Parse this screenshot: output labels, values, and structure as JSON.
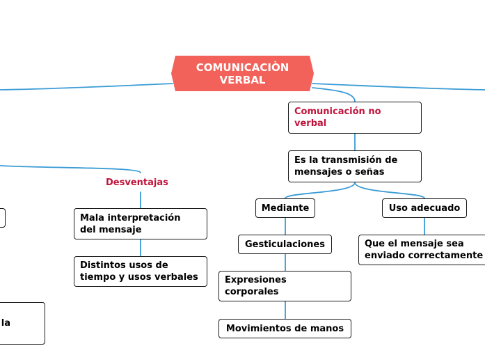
{
  "colors": {
    "link": "#3a9bd5",
    "root_fill": "#f2625a",
    "accent_text": "#c0143c"
  },
  "root": {
    "title": "COMUNICACIÒN\nVERBAL"
  },
  "right": {
    "category": "Comunicación no verbal",
    "definition": "Es la transmisión de mensajes o  señas",
    "mediante": {
      "label": "Mediante",
      "items": [
        "Gesticulaciones",
        "Expresiones corporales",
        "Movimientos de manos"
      ]
    },
    "uso": {
      "label": "Uso adecuado",
      "items": [
        "Que el mensaje sea enviado correctamente"
      ]
    }
  },
  "left": {
    "category": "Desventajas",
    "items": [
      "Mala interpretación del mensaje",
      "Distintos usos de tiempo y usos verbales"
    ],
    "cut_box_text": "la"
  }
}
